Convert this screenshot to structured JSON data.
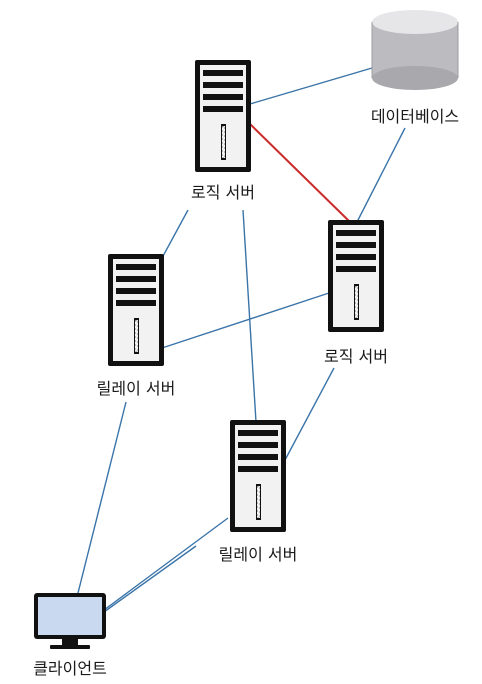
{
  "nodes": {
    "database": {
      "label": "데이터베이스"
    },
    "logic_server_1": {
      "label": "로직 서버"
    },
    "logic_server_2": {
      "label": "로직 서버"
    },
    "relay_server_1": {
      "label": "릴레이 서버"
    },
    "relay_server_2": {
      "label": "릴레이 서버"
    },
    "client": {
      "label": "클라이언트"
    }
  },
  "colors": {
    "link": "#3a74a8",
    "highlight_link": "#cc2b2b",
    "server_body": "#111111",
    "server_panel": "#f2f2f2",
    "database": "#c8c8cc",
    "monitor_screen": "#c9daf0"
  }
}
